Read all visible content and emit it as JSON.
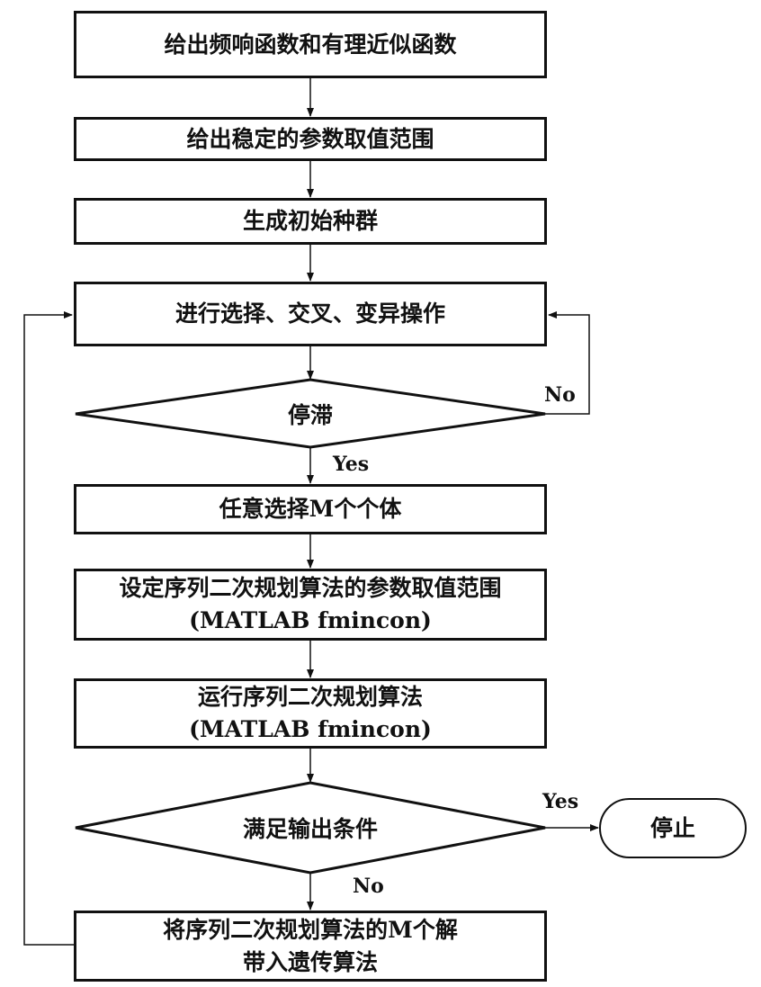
{
  "nodes": {
    "n1": "给出频响函数和有理近似函数",
    "n2": "给出稳定的参数取值范围",
    "n3": "生成初始种群",
    "n4": "进行选择、交叉、变异操作",
    "d1": "停滞",
    "n5": "任意选择M个个体",
    "n6_line1": "设定序列二次规划算法的参数取值范围",
    "n6_line2": "(MATLAB fmincon)",
    "n7_line1": "运行序列二次规划算法",
    "n7_line2": "(MATLAB fmincon)",
    "d2": "满足输出条件",
    "n8_line1": "将序列二次规划算法的M个解",
    "n8_line2": "带入遗传算法",
    "stop": "停止"
  },
  "edge_labels": {
    "d1_no": "No",
    "d1_yes": "Yes",
    "d2_yes": "Yes",
    "d2_no": "No"
  }
}
